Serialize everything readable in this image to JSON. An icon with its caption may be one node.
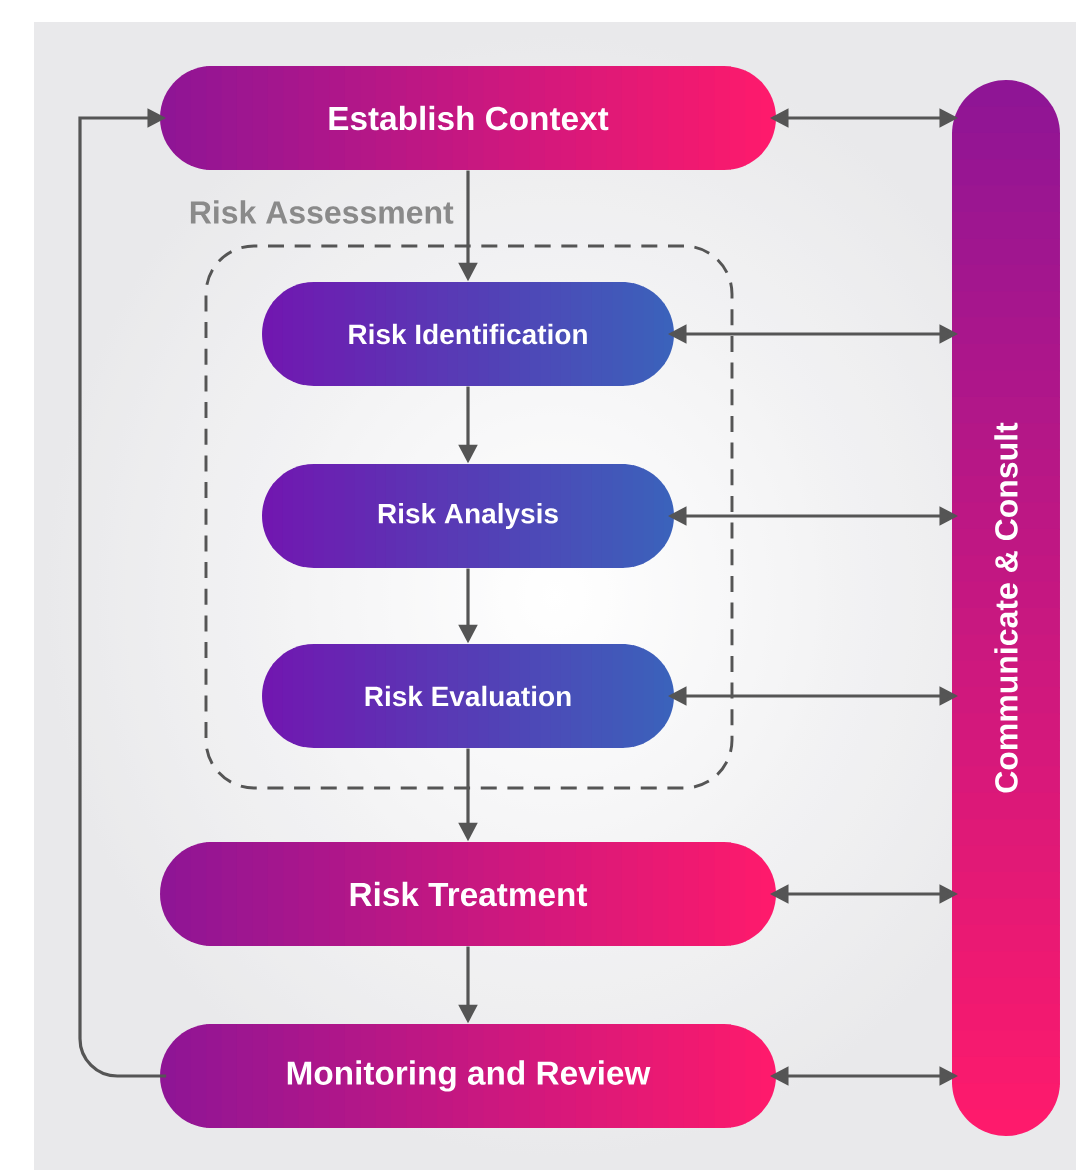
{
  "diagram": {
    "nodes": [
      {
        "text": [
          "Establish Context"
        ]
      },
      {
        "text": [
          "Risk Assessment"
        ]
      },
      {
        "text": [
          "Risk Identification"
        ],
        "in": 1
      },
      {
        "text": [
          "Risk Analysis"
        ],
        "in": 1
      },
      {
        "text": [
          "Risk Evaluation"
        ],
        "in": 1
      },
      {
        "text": [
          "Risk Treatment"
        ]
      },
      {
        "text": [
          "Monitoring and Review"
        ]
      },
      {
        "text": [
          "Communicate & Consult"
        ]
      }
    ],
    "edges": [
      {
        "from": 0,
        "to": 2,
        "arrow": "to"
      },
      {
        "from": 2,
        "to": 3,
        "arrow": "to"
      },
      {
        "from": 3,
        "to": 4,
        "arrow": "to"
      },
      {
        "from": 4,
        "to": 5,
        "arrow": "to"
      },
      {
        "from": 5,
        "to": 6,
        "arrow": "to"
      },
      {
        "from": 6,
        "to": 0,
        "arrow": "to"
      },
      {
        "from": 0,
        "to": 7,
        "arrow": "both"
      },
      {
        "from": 2,
        "to": 7,
        "arrow": "both"
      },
      {
        "from": 3,
        "to": 7,
        "arrow": "both"
      },
      {
        "from": 4,
        "to": 7,
        "arrow": "both"
      },
      {
        "from": 5,
        "to": 7,
        "arrow": "both"
      },
      {
        "from": 6,
        "to": 7,
        "arrow": "both"
      }
    ]
  }
}
